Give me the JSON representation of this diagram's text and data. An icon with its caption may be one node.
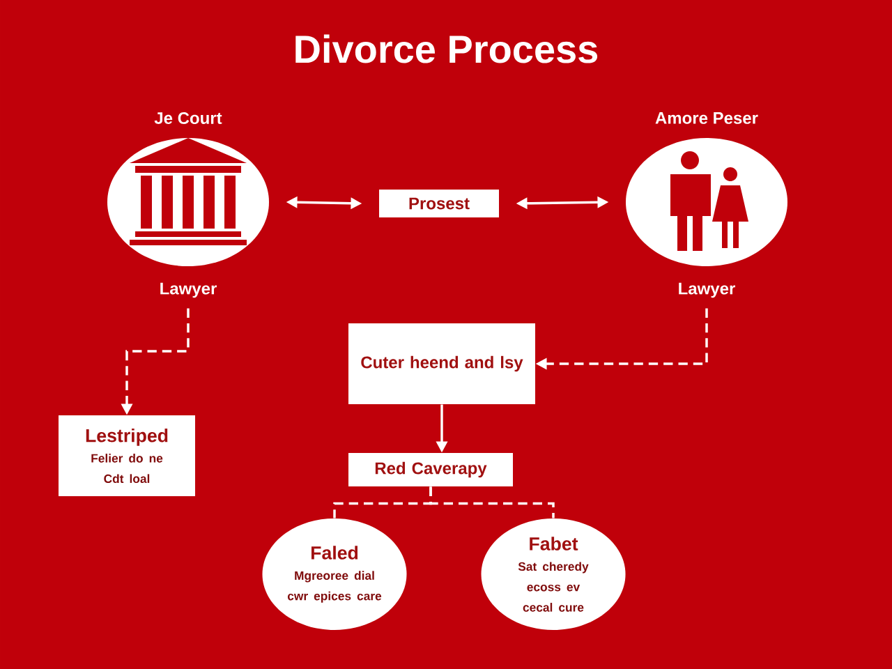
{
  "diagram": {
    "title": "Divorce Process",
    "nodes": [
      {
        "text": [
          "Je Court"
        ],
        "beside": [
          "Lawyer"
        ]
      },
      {
        "text": [
          "Prosest"
        ]
      },
      {
        "text": [
          "Amore Peser"
        ],
        "beside": [
          "Lawyer"
        ]
      },
      {
        "text": [
          "Cuter heend and lsy"
        ]
      },
      {
        "text": [
          "Lestriped",
          "Felier do ne Cdt loal"
        ]
      },
      {
        "text": [
          "Red Caverapy"
        ]
      },
      {
        "text": [
          "Faled",
          "Mgreoree dial cwr epices care"
        ]
      },
      {
        "text": [
          "Fabet",
          "Sat cheredy ecoss ev cecal cure"
        ]
      }
    ],
    "edges": [
      {
        "from": 0,
        "to": 1,
        "arrow": "both"
      },
      {
        "from": 1,
        "to": 2,
        "arrow": "both"
      },
      {
        "from": 0,
        "to": 4,
        "arrow": "to",
        "style": "dashed"
      },
      {
        "from": 2,
        "to": 3,
        "arrow": "to",
        "style": "dashed"
      },
      {
        "from": 3,
        "to": 5,
        "arrow": "to"
      },
      {
        "from": 5,
        "to": 6,
        "arrow": "none",
        "style": "dashed"
      },
      {
        "from": 5,
        "to": 7,
        "arrow": "none",
        "style": "dashed"
      }
    ]
  }
}
